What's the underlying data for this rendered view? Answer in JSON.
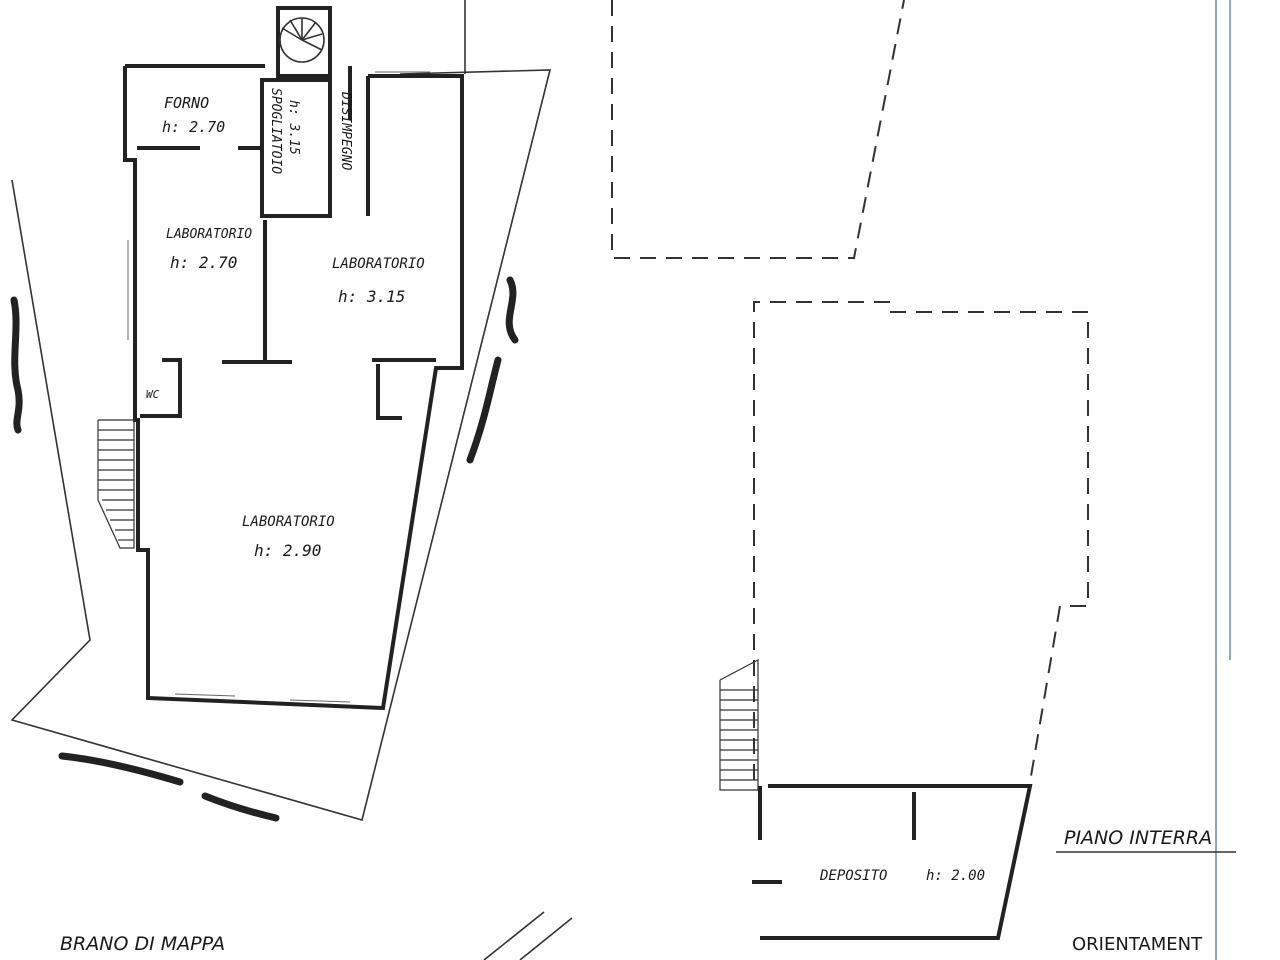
{
  "rooms": [
    {
      "name": "FORNO",
      "height": "h: 2.70"
    },
    {
      "name": "SPOGLIATOIO",
      "height": "h: 3.15"
    },
    {
      "name": "DISIMPEGNO"
    },
    {
      "name": "LABORATORIO",
      "height": "h: 2.70"
    },
    {
      "name": "LABORATORIO",
      "height": "h: 3.15"
    },
    {
      "name": "WC"
    },
    {
      "name": "LABORATORIO",
      "height": "h: 2.90"
    },
    {
      "name": "DEPOSITO",
      "height": "h: 2.00"
    }
  ],
  "titles": {
    "basement": "PIANO INTERRA",
    "map_extract": "BRANO DI MAPPA",
    "orientation": "ORIENTAMENT"
  },
  "colors": {
    "ink": "#222222",
    "paper": "#ffffff",
    "grid_line": "#5b7fb8"
  }
}
